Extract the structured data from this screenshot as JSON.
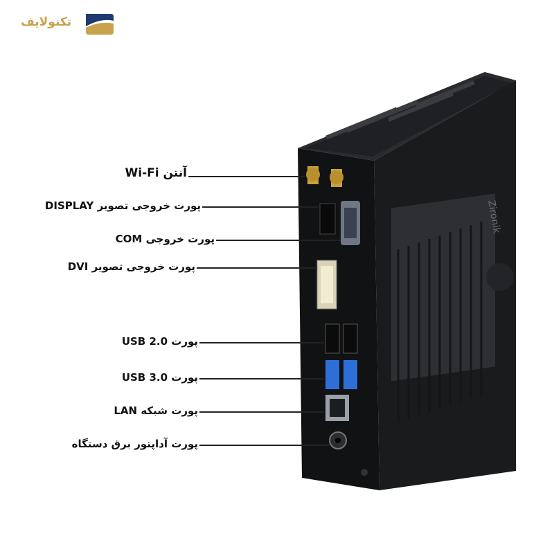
{
  "brand": {
    "name": "تکنولایف"
  },
  "callouts": [
    {
      "id": "wifi",
      "text": "آنتن Wi-Fi"
    },
    {
      "id": "display",
      "text": "پورت خروجی تصویر DISPLAY"
    },
    {
      "id": "com",
      "text": "پورت خروجی COM"
    },
    {
      "id": "dvi",
      "text": "پورت خروجی تصویر DVI"
    },
    {
      "id": "usb2",
      "text": "پورت USB 2.0"
    },
    {
      "id": "usb3",
      "text": "پورت USB 3.0"
    },
    {
      "id": "lan",
      "text": "پورت شبکه LAN"
    },
    {
      "id": "power",
      "text": "پورت آداپتور برق دستگاه"
    }
  ],
  "device": {
    "brand_marking": "Zironik",
    "body_color": "#1c1d1f",
    "accent_gold": "#c9a13a",
    "usb3_color": "#2d6fd6"
  }
}
